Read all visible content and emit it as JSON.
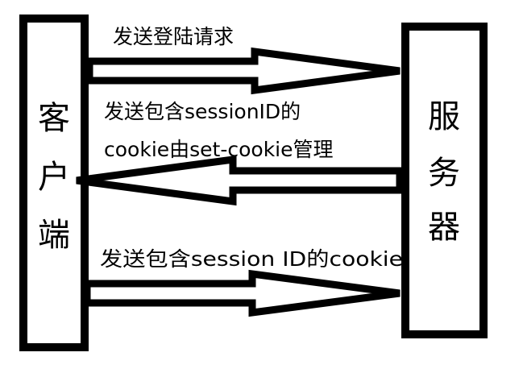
{
  "client": {
    "label_lines": [
      "客",
      "户",
      "端"
    ]
  },
  "server": {
    "label_lines": [
      "服",
      "务",
      "器"
    ]
  },
  "messages": [
    {
      "direction": "client-to-server",
      "lines": [
        "发送登陆请求"
      ]
    },
    {
      "direction": "server-to-client",
      "lines": [
        "发送包含sessionID的",
        "cookie由set-cookie管理"
      ]
    },
    {
      "direction": "client-to-server",
      "lines": [
        "发送包含session ID的cookie"
      ]
    }
  ],
  "colors": {
    "stroke": "#000000",
    "background": "#ffffff"
  }
}
